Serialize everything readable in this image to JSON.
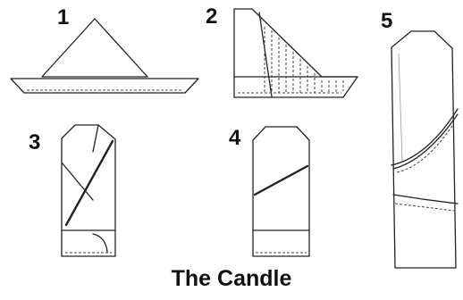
{
  "steps": [
    "1",
    "2",
    "3",
    "4",
    "5"
  ],
  "caption": "The Candle"
}
